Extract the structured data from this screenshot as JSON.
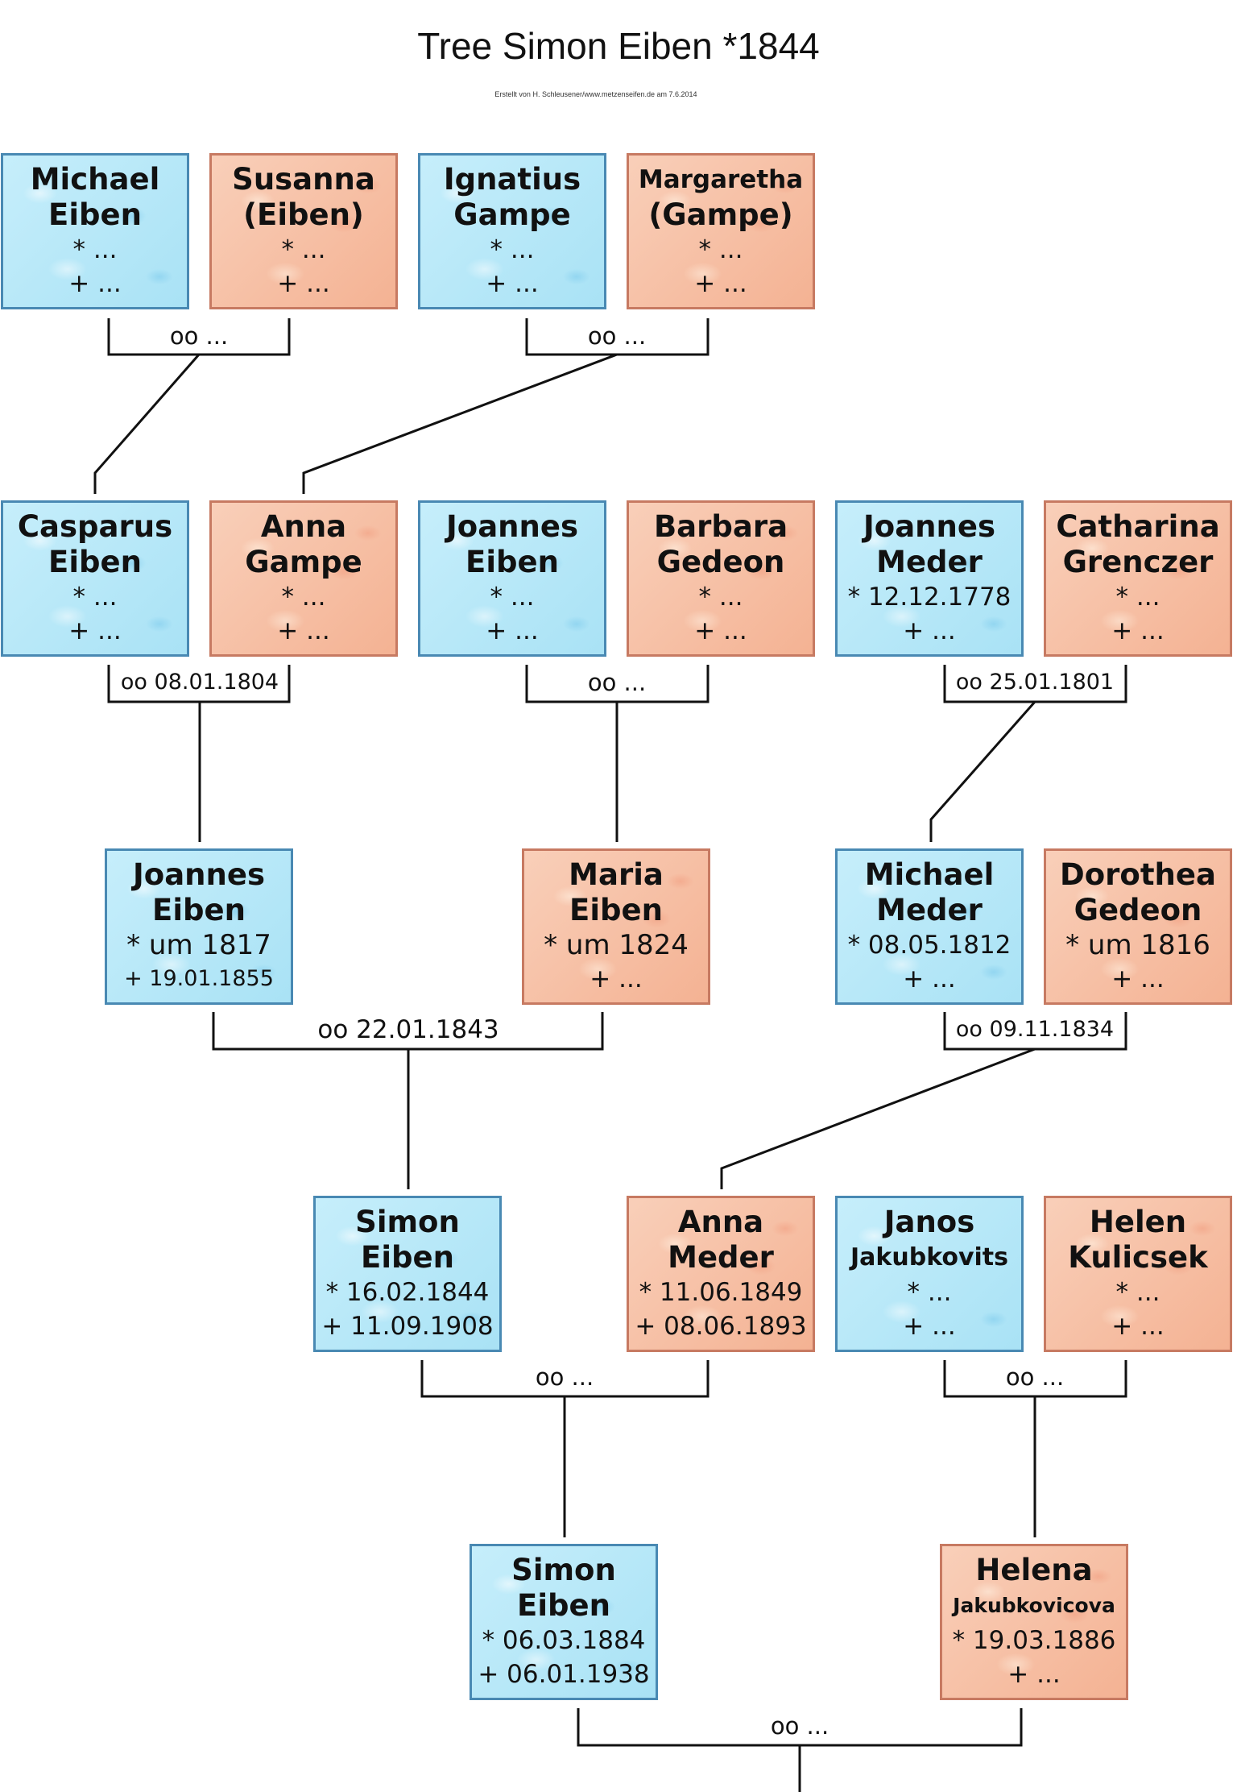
{
  "header": {
    "title": "Tree Simon Eiben *1844",
    "subtitle": "Erstellt von H. Schleusener/www.metzenseifen.de am 7.6.2014"
  },
  "colors": {
    "male": "#b7e9f8",
    "female": "#f7c1a8",
    "line": "#111111"
  },
  "persons": {
    "michael_eiben": {
      "sex": "male",
      "name1": "Michael",
      "name2": "Eiben",
      "birth": "* ...",
      "death": "+ ..."
    },
    "susanna_eiben": {
      "sex": "female",
      "name1": "Susanna",
      "name2": "(Eiben)",
      "birth": "* ...",
      "death": "+ ..."
    },
    "ignatius_gampe": {
      "sex": "male",
      "name1": "Ignatius",
      "name2": "Gampe",
      "birth": "* ...",
      "death": "+ ..."
    },
    "margaretha_gampe": {
      "sex": "female",
      "name1": "Margaretha",
      "name2": "(Gampe)",
      "birth": "* ...",
      "death": "+ ..."
    },
    "casparus_eiben": {
      "sex": "male",
      "name1": "Casparus",
      "name2": "Eiben",
      "birth": "* ...",
      "death": "+ ..."
    },
    "anna_gampe": {
      "sex": "female",
      "name1": "Anna",
      "name2": "Gampe",
      "birth": "* ...",
      "death": "+ ..."
    },
    "joannes_eiben_sr": {
      "sex": "male",
      "name1": "Joannes",
      "name2": "Eiben",
      "birth": "* ...",
      "death": "+ ..."
    },
    "barbara_gedeon": {
      "sex": "female",
      "name1": "Barbara",
      "name2": "Gedeon",
      "birth": "* ...",
      "death": "+ ..."
    },
    "joannes_meder": {
      "sex": "male",
      "name1": "Joannes",
      "name2": "Meder",
      "birth": "* 12.12.1778",
      "death": "+ ..."
    },
    "catharina_grenczer": {
      "sex": "female",
      "name1": "Catharina",
      "name2": "Grenczer",
      "birth": "* ...",
      "death": "+ ..."
    },
    "joannes_eiben": {
      "sex": "male",
      "name1": "Joannes",
      "name2": "Eiben",
      "birth": "* um 1817",
      "death": "+ 19.01.1855"
    },
    "maria_eiben": {
      "sex": "female",
      "name1": "Maria",
      "name2": "Eiben",
      "birth": "* um 1824",
      "death": "+ ..."
    },
    "michael_meder": {
      "sex": "male",
      "name1": "Michael",
      "name2": "Meder",
      "birth": "* 08.05.1812",
      "death": "+ ..."
    },
    "dorothea_gedeon": {
      "sex": "female",
      "name1": "Dorothea",
      "name2": "Gedeon",
      "birth": "* um 1816",
      "death": "+ ..."
    },
    "simon_eiben_1844": {
      "sex": "male",
      "name1": "Simon",
      "name2": "Eiben",
      "birth": "* 16.02.1844",
      "death": "+ 11.09.1908"
    },
    "anna_meder": {
      "sex": "female",
      "name1": "Anna",
      "name2": "Meder",
      "birth": "* 11.06.1849",
      "death": "+ 08.06.1893"
    },
    "janos_jakubkovits": {
      "sex": "male",
      "name1": "Janos",
      "name2": "Jakubkovits",
      "birth": "* ...",
      "death": "+ ..."
    },
    "helen_kulicsek": {
      "sex": "female",
      "name1": "Helen",
      "name2": "Kulicsek",
      "birth": "* ...",
      "death": "+ ..."
    },
    "simon_eiben_1884": {
      "sex": "male",
      "name1": "Simon",
      "name2": "Eiben",
      "birth": "* 06.03.1884",
      "death": "+ 06.01.1938"
    },
    "helena_jakubkovicova": {
      "sex": "female",
      "name1": "Helena",
      "name2": "Jakubkovicova",
      "birth": "* 19.03.1886",
      "death": "+ ..."
    }
  },
  "marriages": {
    "m_michael_susanna": "oo ...",
    "m_ignatius_margaretha": "oo ...",
    "m_casparus_anna": "oo 08.01.1804",
    "m_joannes_barbara": "oo ...",
    "m_joannes_catharina": "oo 25.01.1801",
    "m_joannes_maria": "oo 22.01.1843",
    "m_michael_dorothea": "oo 09.11.1834",
    "m_simon_anna": "oo ...",
    "m_janos_helen": "oo ...",
    "m_simon_helena": "oo ..."
  }
}
